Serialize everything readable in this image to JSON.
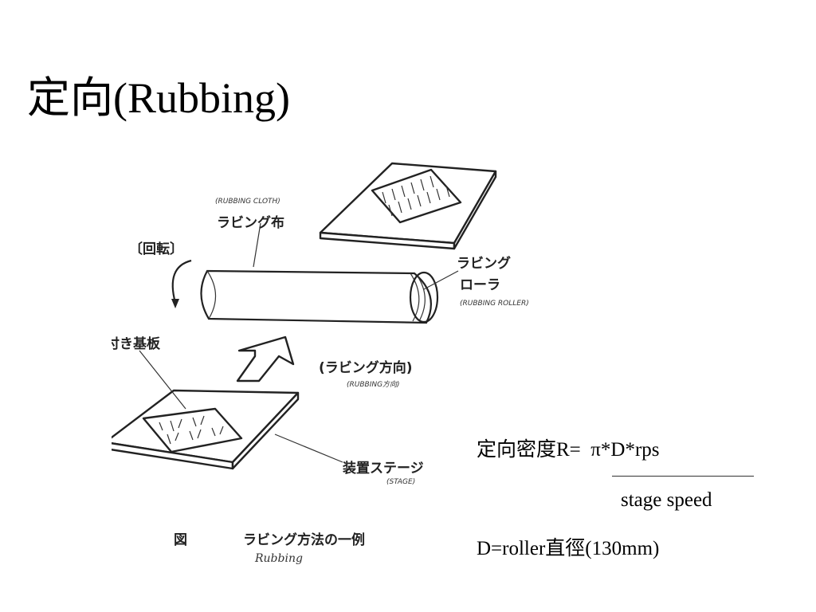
{
  "slide": {
    "title": "定向(Rubbing)"
  },
  "diagram": {
    "cloth_en": "(RUBBING CLOTH)",
    "cloth_jp": "ラビング布",
    "rotation_jp": "〔回転〕",
    "roller_jp_1": "ラビング",
    "roller_jp_2": "ローラ",
    "roller_en": "(RUBBING ROLLER)",
    "substrate_jp": "配向膜付き基板",
    "direction_jp": "(ラビング方向)",
    "direction_en": "(RUBBING方向)",
    "stage_jp": "装置ステージ",
    "stage_en": "(STAGE)",
    "fig_label": "図",
    "caption_jp": "ラビング方法の一例",
    "caption_en": "Rubbing"
  },
  "formula": {
    "line1_prefix": "定向密度R=",
    "line1_numerator": "π*D*rps",
    "denominator": "stage speed",
    "line3": "D=roller直徑(130mm)"
  }
}
